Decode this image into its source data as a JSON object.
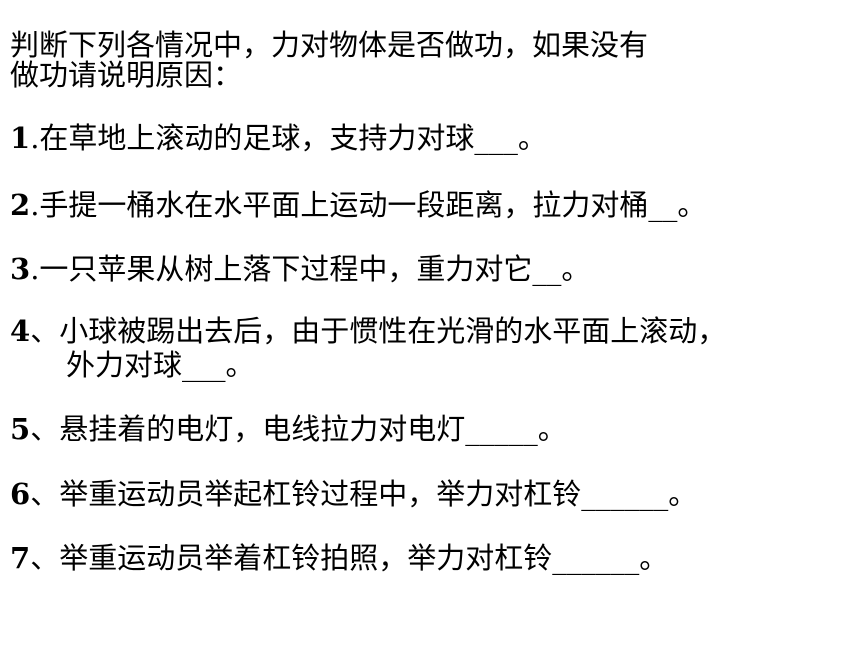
{
  "intro": {
    "line1": "判断下列各情况中，力对物体是否做功，如果没有",
    "line2": "做功请说明原因："
  },
  "questions": [
    {
      "num": "1",
      "sep": ".",
      "text": "在草地上滚动的足球，支持力对球___。"
    },
    {
      "num": "2",
      "sep": ".",
      "text": "手提一桶水在水平面上运动一段距离，拉力对桶__。"
    },
    {
      "num": "3",
      "sep": ".",
      "text": "一只苹果从树上落下过程中，重力对它__。"
    },
    {
      "num": "4",
      "sep": "、",
      "text": "小球被踢出去后，由于惯性在光滑的水平面上滚动，",
      "cont": "外力对球___。"
    },
    {
      "num": "5",
      "sep": "、",
      "text": "悬挂着的电灯，电线拉力对电灯_____。"
    },
    {
      "num": "6",
      "sep": "、",
      "text": "举重运动员举起杠铃过程中，举力对杠铃______。"
    },
    {
      "num": "7",
      "sep": "、",
      "text": "举重运动员举着杠铃拍照，举力对杠铃______。"
    }
  ]
}
